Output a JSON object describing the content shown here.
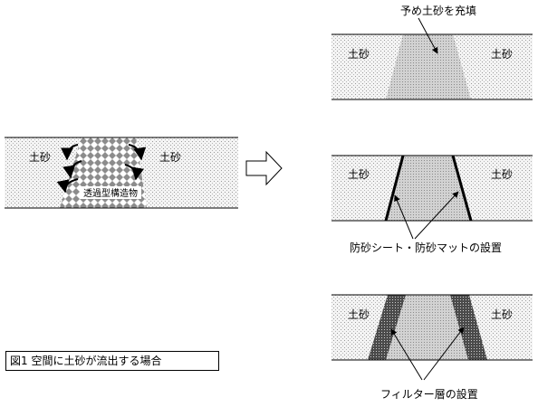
{
  "left_panel": {
    "soil_left": "土砂",
    "soil_right": "土砂",
    "structure_label": "透過型構造物"
  },
  "panel1": {
    "title": "予め土砂を充填",
    "soil_left": "土砂",
    "soil_right": "土砂"
  },
  "panel2": {
    "soil_left": "土砂",
    "soil_right": "土砂",
    "callout": "防砂シート・防砂マットの設置"
  },
  "panel3": {
    "soil_left": "土砂",
    "soil_right": "土砂",
    "callout": "フィルター層の設置"
  },
  "caption": "図1  空間に土砂が流出する場合",
  "colors": {
    "soil": "#f2f2f2",
    "fill": "#cfcfcf",
    "structure": "#d8d8d8",
    "line": "#000000"
  },
  "icons": [
    "right-arrow-icon",
    "flow-arrow-icon"
  ]
}
